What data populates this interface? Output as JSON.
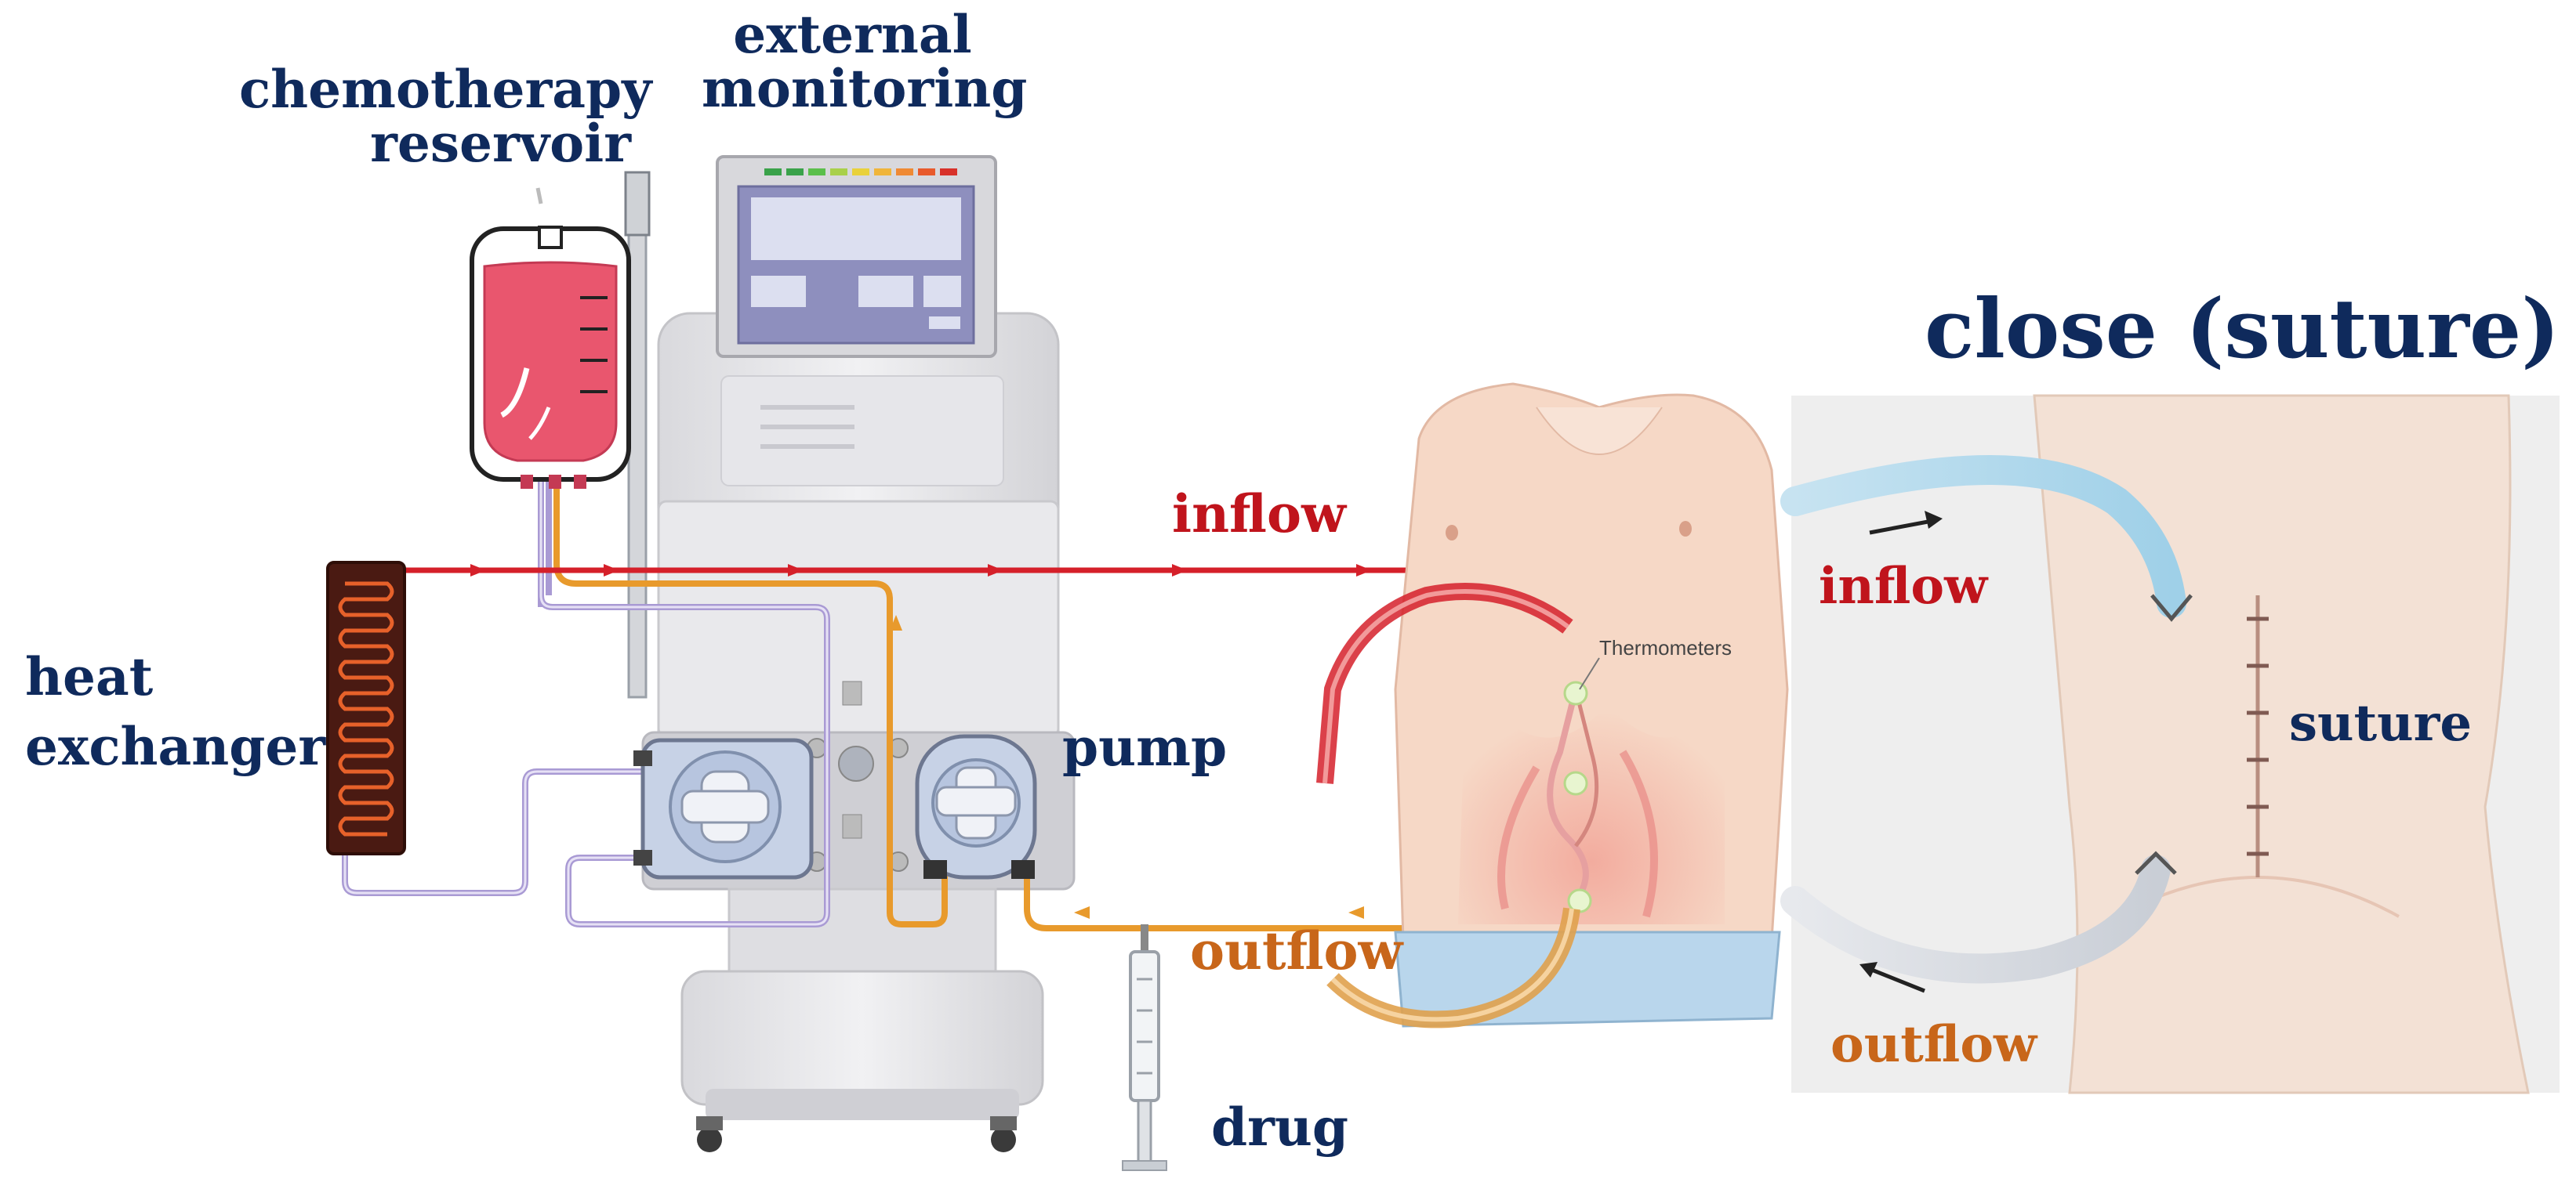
{
  "labels": {
    "chemo_line1": "chemotherapy",
    "chemo_line2": "reservoir",
    "monitor_line1": "external",
    "monitor_line2": "monitoring",
    "heat_line1": "heat",
    "heat_line2": "exchanger",
    "pump": "pump",
    "inflow": "inflow",
    "outflow": "outflow",
    "drug": "drug",
    "thermometers": "Thermometers",
    "close_title": "close (suture)",
    "close_inflow": "inflow",
    "close_outflow": "outflow",
    "suture": "suture"
  },
  "colors": {
    "navy": "#0f2a5c",
    "inflow_red": "#c0141c",
    "outflow_orange": "#c8661a",
    "tube_red": "#d5202a",
    "tube_orange": "#e89a2c",
    "tube_purple": "#a99ad4",
    "bag_fluid": "#e9566e",
    "skin": "#f4d2bf"
  }
}
